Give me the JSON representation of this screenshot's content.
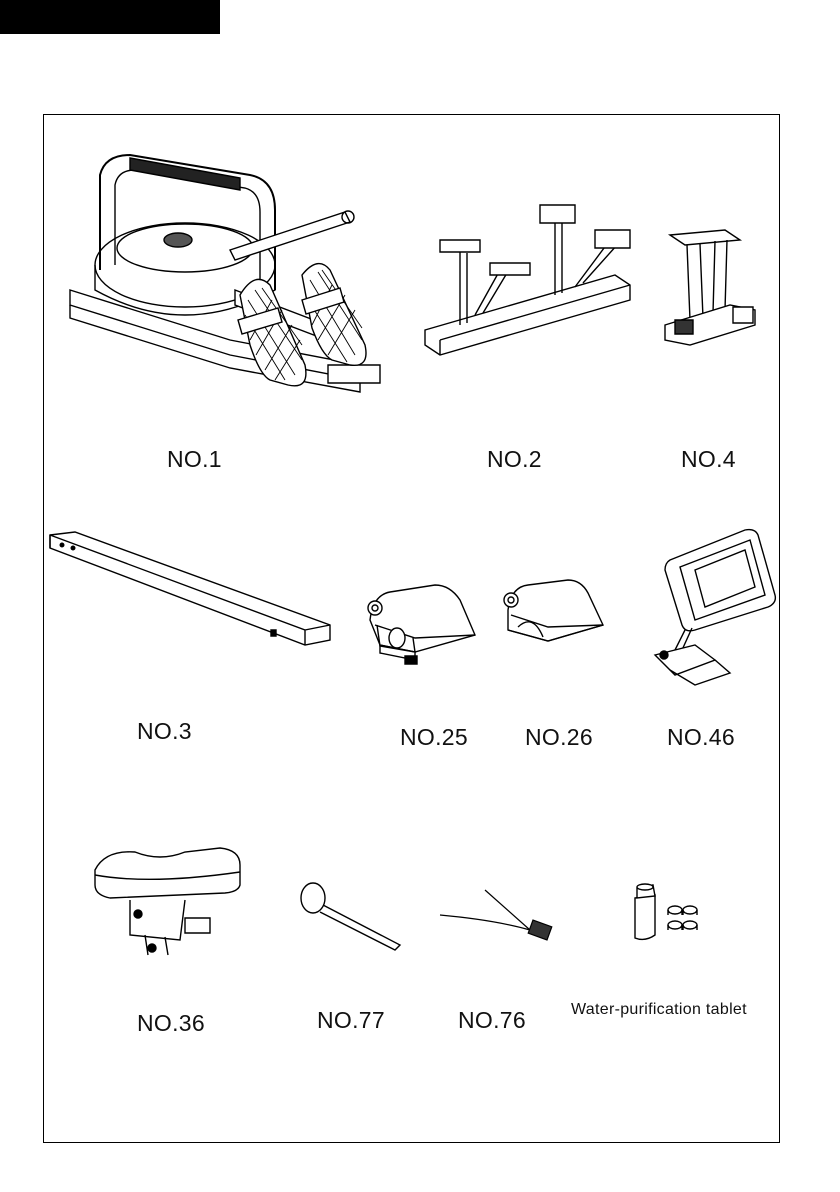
{
  "parts": [
    {
      "id": "no1",
      "label": "NO.1",
      "icon": "rowing-machine-frame-icon"
    },
    {
      "id": "no2",
      "label": "NO.2",
      "icon": "front-stabilizer-icon"
    },
    {
      "id": "no4",
      "label": "NO.4",
      "icon": "rear-support-icon"
    },
    {
      "id": "no3",
      "label": "NO.3",
      "icon": "rail-beam-icon"
    },
    {
      "id": "no25",
      "label": "NO.25",
      "icon": "end-cap-icon"
    },
    {
      "id": "no26",
      "label": "NO.26",
      "icon": "end-cap-open-icon"
    },
    {
      "id": "no46",
      "label": "NO.46",
      "icon": "monitor-icon"
    },
    {
      "id": "no36",
      "label": "NO.36",
      "icon": "seat-icon"
    },
    {
      "id": "no77",
      "label": "NO.77",
      "icon": "funnel-tube-icon"
    },
    {
      "id": "no76",
      "label": "NO.76",
      "icon": "sensor-wire-icon"
    },
    {
      "id": "tablet",
      "label": "Water-purification tablet",
      "icon": "tablet-bottle-icon"
    }
  ]
}
